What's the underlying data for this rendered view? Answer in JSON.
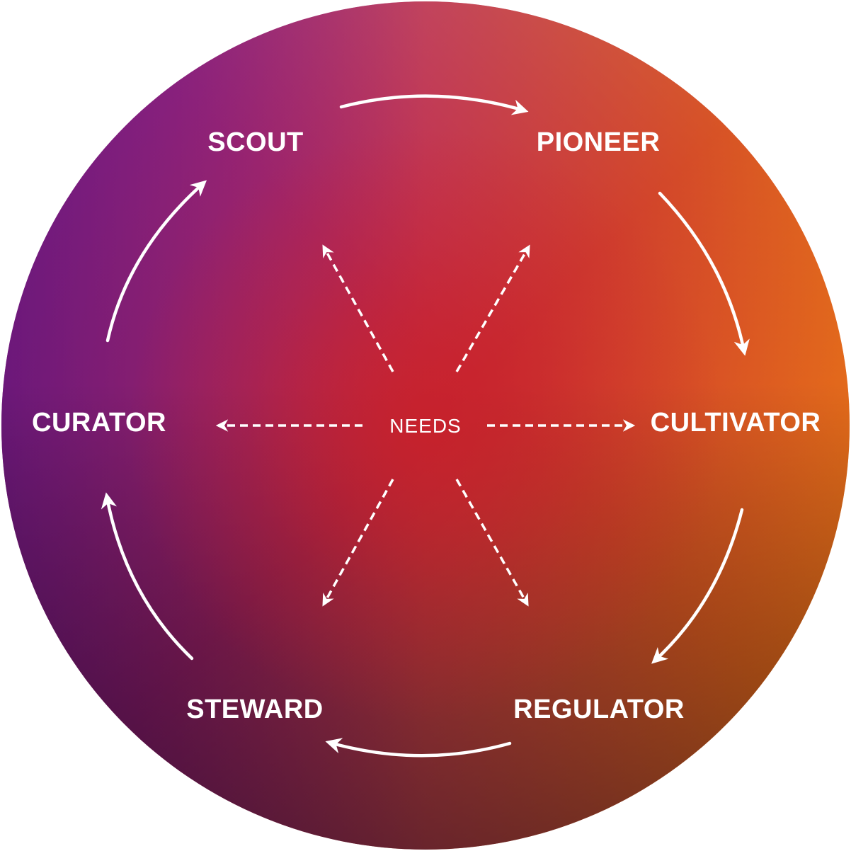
{
  "colors": {
    "gradient_purple": "#8A2BE2",
    "gradient_orange": "#FFB000",
    "center_red": "#C8202A",
    "dark_bottom_left": "#2A0845",
    "dark_bottom_right": "#3A1400",
    "label": "#FFFFFF",
    "arrow": "#FFFFFF"
  },
  "center": {
    "label": "NEEDS"
  },
  "roles": [
    {
      "id": "scout",
      "label": "SCOUT"
    },
    {
      "id": "pioneer",
      "label": "PIONEER"
    },
    {
      "id": "cultivator",
      "label": "CULTIVATOR"
    },
    {
      "id": "regulator",
      "label": "REGULATOR"
    },
    {
      "id": "steward",
      "label": "STEWARD"
    },
    {
      "id": "curator",
      "label": "CURATOR"
    }
  ],
  "cycle": [
    {
      "from": "scout",
      "to": "pioneer"
    },
    {
      "from": "pioneer",
      "to": "cultivator"
    },
    {
      "from": "cultivator",
      "to": "regulator"
    },
    {
      "from": "regulator",
      "to": "steward"
    },
    {
      "from": "steward",
      "to": "curator"
    },
    {
      "from": "curator",
      "to": "scout"
    }
  ],
  "needs_links": [
    {
      "from": "needs",
      "to": "scout",
      "style": "dashed"
    },
    {
      "from": "needs",
      "to": "pioneer",
      "style": "dashed"
    },
    {
      "from": "needs",
      "to": "cultivator",
      "style": "dashed"
    },
    {
      "from": "needs",
      "to": "regulator",
      "style": "dashed"
    },
    {
      "from": "needs",
      "to": "steward",
      "style": "dashed"
    },
    {
      "from": "needs",
      "to": "curator",
      "style": "dashed"
    }
  ]
}
